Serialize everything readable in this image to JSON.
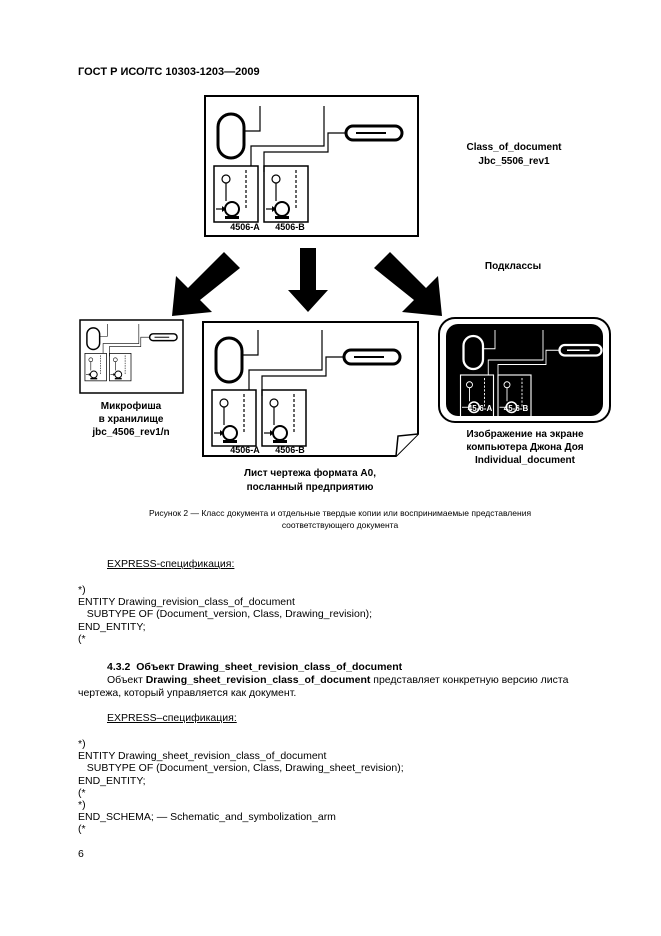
{
  "header": "ГОСТ Р ИСО/ТС 10303-1203—2009",
  "figure": {
    "label_class": "Class_of_document",
    "label_id": "Jbc_5506_rev1",
    "label_sub": "Подклассы",
    "tag_a": "4506-A",
    "tag_b": "4506-B",
    "tag_small_a": "45-6-A",
    "tag_small_b": "45-6-B",
    "micro_1": "Микрофиша",
    "micro_2": "в хранилище",
    "micro_3": "jbc_4506_rev1/n",
    "sheet_1": "Лист чертежа формата А0,",
    "sheet_2": "посланный предприятию",
    "screen_1": "Изображение на экране",
    "screen_2": "компьютера Джона Доя",
    "screen_3": "Individual_document"
  },
  "caption_1": "Рисунок  2 — Класс документа и отдельные твердые копии или воспринимаемые представления",
  "caption_2": "соответствующего документа",
  "express_label_1": "EXPRESS-спецификация:",
  "code_1": [
    "*)",
    "ENTITY Drawing_revision_class_of_document",
    "   SUBTYPE OF (Document_version, Class, Drawing_revision);",
    "END_ENTITY;",
    "(*"
  ],
  "section_heading": "4.3.2  Объект Drawing_sheet_revision_class_of_document",
  "para_prefix": "Объект ",
  "para_bold": "Drawing_sheet_revision_class_of_document",
  "para_suffix": " представляет конкретную версию листа",
  "para_line2": "чертежа, который управляется как документ.",
  "express_label_2": "EXPRESS–спецификация:",
  "code_2": [
    "*)",
    "ENTITY Drawing_sheet_revision_class_of_document",
    "   SUBTYPE OF (Document_version, Class, Drawing_sheet_revision);",
    "END_ENTITY;",
    "(*",
    "*)",
    "END_SCHEMA; — Schematic_and_symbolization_arm",
    "(*"
  ],
  "page_number": "6"
}
